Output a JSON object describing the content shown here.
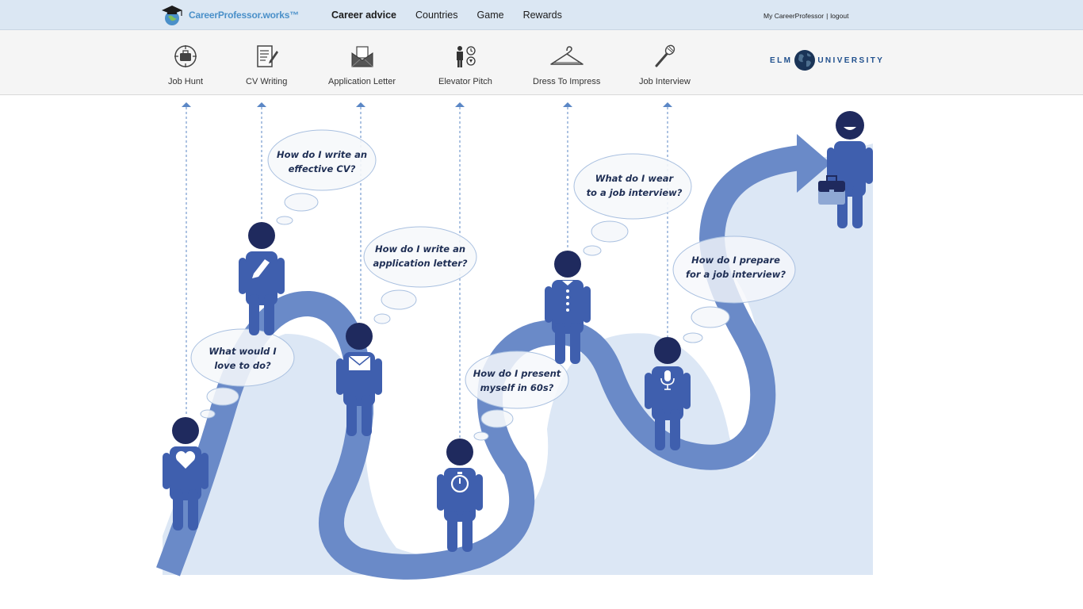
{
  "brand": {
    "name": "CareerProfessor.works™",
    "icon": "graduation-cap-globe-icon",
    "color": "#4a90c9"
  },
  "nav": {
    "items": [
      {
        "label": "Career advice",
        "active": true
      },
      {
        "label": "Countries",
        "active": false
      },
      {
        "label": "Game",
        "active": false
      },
      {
        "label": "Rewards",
        "active": false
      }
    ]
  },
  "account": {
    "my_label": "My CareerProfessor",
    "separator": "|",
    "logout_label": "logout"
  },
  "subnav": {
    "items": [
      {
        "label": "Job Hunt",
        "icon": "briefcase-target-icon"
      },
      {
        "label": "CV Writing",
        "icon": "document-pencil-icon"
      },
      {
        "label": "Application Letter",
        "icon": "envelope-letter-icon"
      },
      {
        "label": "Elevator Pitch",
        "icon": "person-stopwatch-icon"
      },
      {
        "label": "Dress To Impress",
        "icon": "clothes-hanger-icon"
      },
      {
        "label": "Job Interview",
        "icon": "microphone-icon"
      }
    ]
  },
  "partner": {
    "left": "ELM",
    "right": "UNIVERSITY",
    "icon": "globe-icon"
  },
  "journey": {
    "bubbles": [
      {
        "line1": "What would I",
        "line2": "love to do?"
      },
      {
        "line1": "How do I write an",
        "line2": "effective CV?"
      },
      {
        "line1": "How do I write an",
        "line2": "application letter?"
      },
      {
        "line1": "How do I present",
        "line2": "myself in 60s?"
      },
      {
        "line1": "What do I wear",
        "line2": "to a job interview?"
      },
      {
        "line1": "How do I prepare",
        "line2": "for a job interview?"
      }
    ],
    "figures": [
      {
        "icon": "heart-icon"
      },
      {
        "icon": "pen-icon"
      },
      {
        "icon": "envelope-icon"
      },
      {
        "icon": "stopwatch-icon"
      },
      {
        "icon": "suit-buttons-icon"
      },
      {
        "icon": "microphone-icon"
      },
      {
        "icon": "briefcase-icon"
      }
    ],
    "colors": {
      "path": "#6a8ac8",
      "ground": "#dce7f5",
      "figure_body": "#3f5fae",
      "figure_head": "#1f2a5e",
      "bubble_fill": "#f6f8fb",
      "bubble_stroke": "#a9c0e0",
      "connector": "#5b87c6"
    }
  }
}
